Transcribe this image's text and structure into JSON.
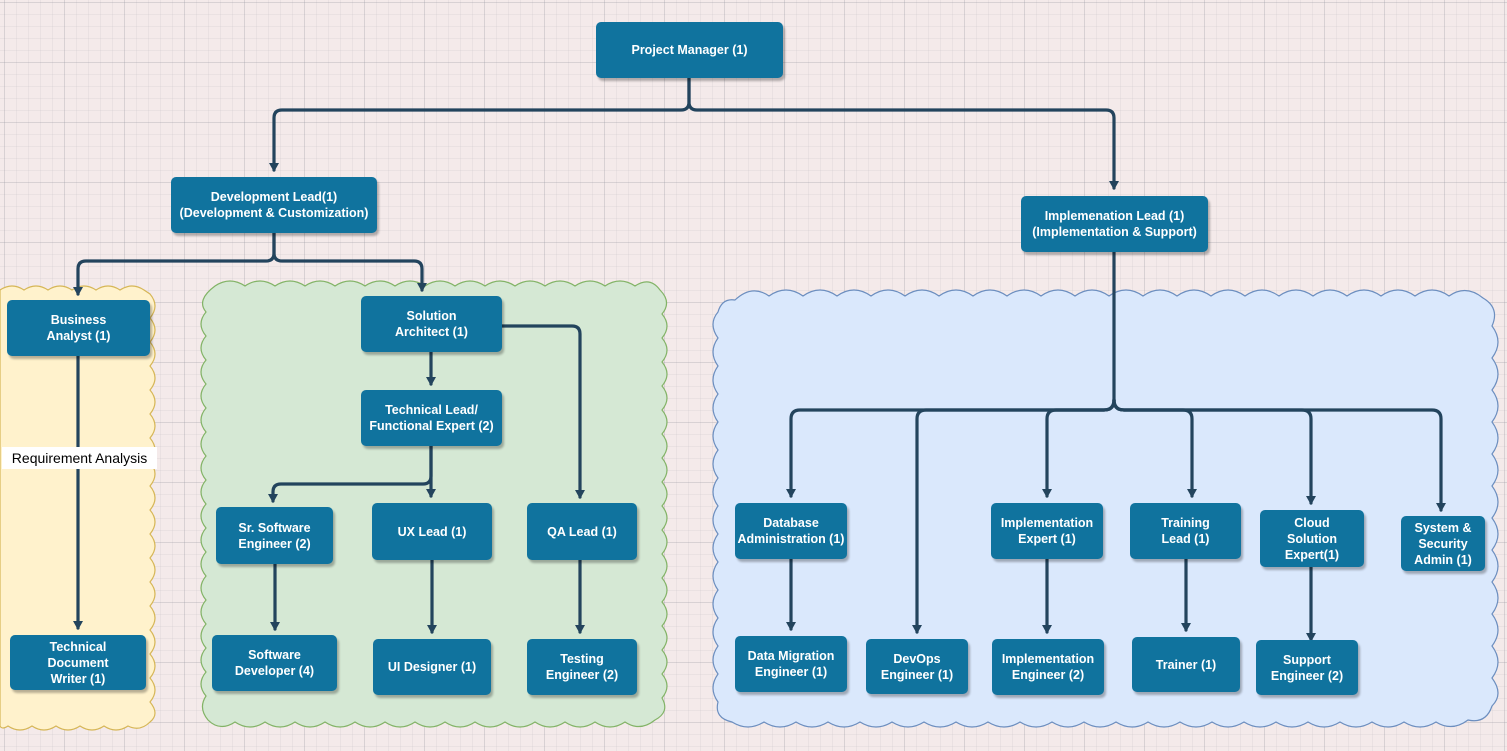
{
  "colors": {
    "node_fill": "#10739e",
    "node_text": "#ffffff",
    "edge": "#23445d",
    "group_yellow_fill": "#fff2cc",
    "group_yellow_stroke": "#d6b656",
    "group_green_fill": "#d5e8d4",
    "group_green_stroke": "#82b366",
    "group_blue_fill": "#dae8fc",
    "group_blue_stroke": "#6c8ebf"
  },
  "nodes": {
    "project_manager": "Project Manager (1)",
    "development_lead": "Development Lead(1)\n(Development & Customization)",
    "implementation_lead": "Implemenation Lead (1)\n(Implementation & Support)",
    "business_analyst": "Business\nAnalyst (1)",
    "technical_document_writer": "Technical\nDocument\nWriter (1)",
    "solution_architect": "Solution\nArchitect (1)",
    "technical_lead": "Technical Lead/\nFunctional Expert (2)",
    "sr_software_engineer": "Sr. Software\nEngineer (2)",
    "ux_lead": "UX Lead (1)",
    "qa_lead": "QA Lead (1)",
    "software_developer": "Software\nDeveloper (4)",
    "ui_designer": "UI Designer (1)",
    "testing_engineer": "Testing\nEngineer (2)",
    "database_administration": "Database\nAdministration (1)",
    "implementation_expert": "Implementation\nExpert (1)",
    "training_lead": "Training\nLead (1)",
    "cloud_solution_expert": "Cloud\nSolution\nExpert(1)",
    "system_security_admin": "System &\nSecurity\nAdmin (1)",
    "data_migration_engineer": "Data Migration\nEngineer (1)",
    "devops_engineer": "DevOps\nEngineer (1)",
    "implementation_engineer": "Implementation\nEngineer (2)",
    "trainer": "Trainer (1)",
    "support_engineer": "Support\nEngineer (2)"
  },
  "edge_labels": {
    "requirement_analysis": "Requirement Analysis"
  }
}
